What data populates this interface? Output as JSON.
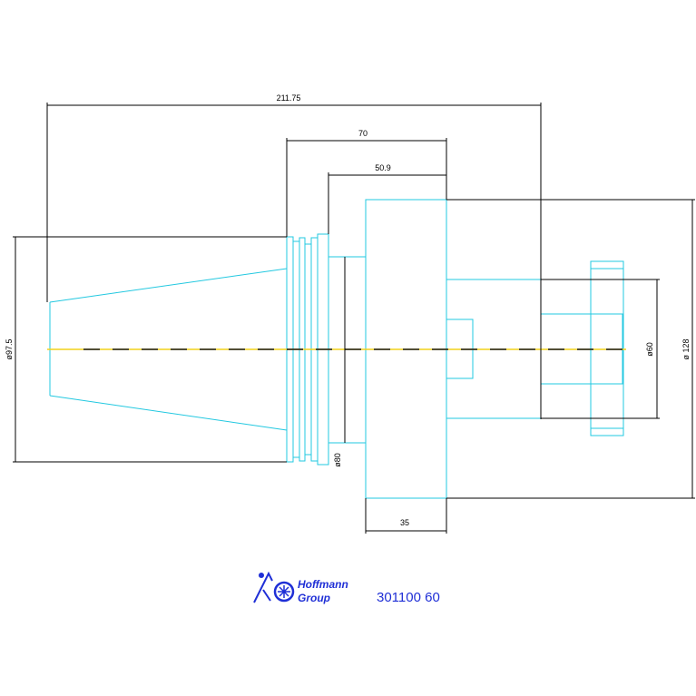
{
  "colors": {
    "part": "#22c8e0",
    "dimension": "#000000",
    "centerline": "#f2d21a",
    "brand": "#1f2fd6"
  },
  "dimensions": {
    "overall_length": "211.75",
    "length_70": "70",
    "length_50_9": "50.9",
    "flange_width": "35",
    "dia_97_5": "ø97.5",
    "dia_80": "ø80",
    "dia_60": "ø60",
    "dia_128": "ø 128"
  },
  "logo": {
    "line1": "Hoffmann",
    "line2": "Group"
  },
  "part_number": "301100 60"
}
